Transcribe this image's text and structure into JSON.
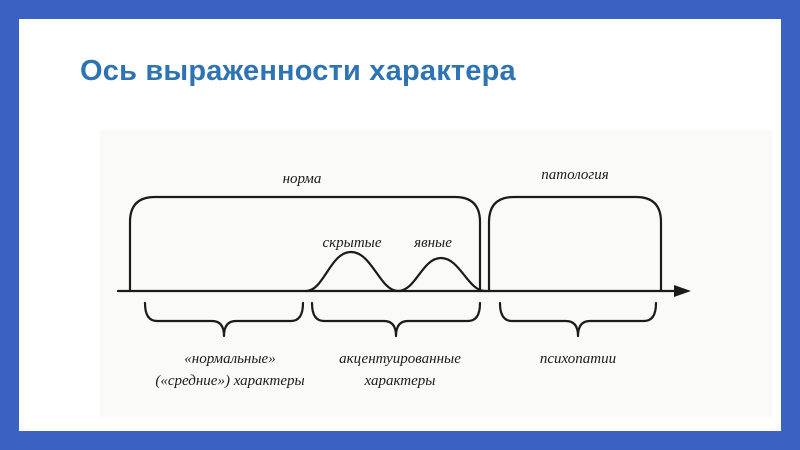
{
  "slide": {
    "title": "Ось выраженности характера"
  },
  "colors": {
    "frame": "#3b62c3",
    "title": "#2e74b5",
    "diagram_line": "#1b1b1b",
    "diagram_background": "#fafaf8"
  },
  "diagram": {
    "axis_top_labels": {
      "norm": "норма",
      "pathology": "патология"
    },
    "hump_labels": {
      "hidden": "скрытые",
      "overt": "явные"
    },
    "segment_labels": {
      "normal": {
        "line1": "«нормальные»",
        "line2": "(«средние») характеры"
      },
      "accentuated": {
        "line1": "акцентуированные",
        "line2": "характеры"
      },
      "psychopathies": "психопатии"
    }
  }
}
